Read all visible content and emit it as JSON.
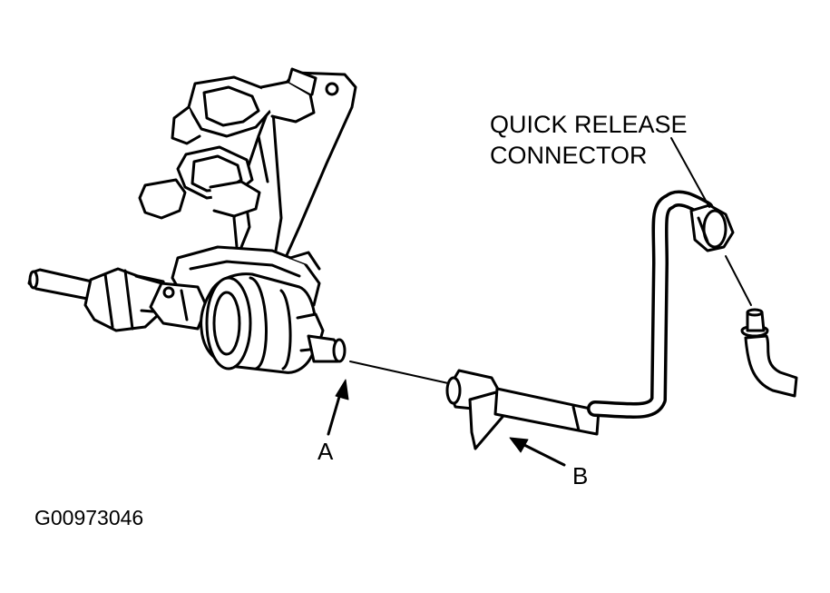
{
  "diagram": {
    "callouts": {
      "quick_release_line1": "QUICK RELEASE",
      "quick_release_line2": "CONNECTOR",
      "a": "A",
      "b": "B"
    },
    "figure_id": "G00973046"
  },
  "colors": {
    "ink": "#000000",
    "paper": "#ffffff"
  }
}
